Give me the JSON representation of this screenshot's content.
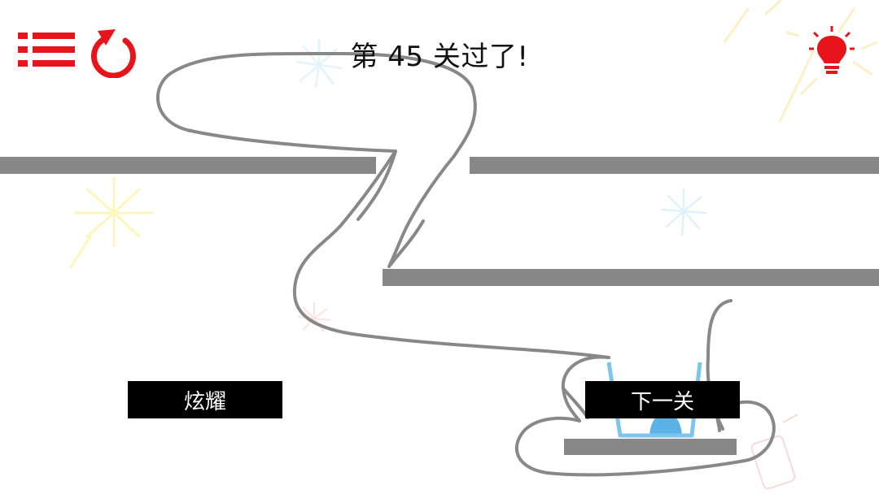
{
  "level": {
    "status_text": "第 45 关过了!"
  },
  "toolbar": {
    "menu_icon": "menu-list-icon",
    "restart_icon": "restart-icon",
    "hint_icon": "lightbulb-icon"
  },
  "buttons": {
    "show_off_label": "炫耀",
    "next_level_label": "下一关"
  },
  "colors": {
    "accent": "#e8141b",
    "platform": "#878787",
    "ink_line": "#888888",
    "cup": "#7cc6ee",
    "water": "#5bb2e6",
    "button_bg": "#000000",
    "button_text": "#ffffff"
  }
}
